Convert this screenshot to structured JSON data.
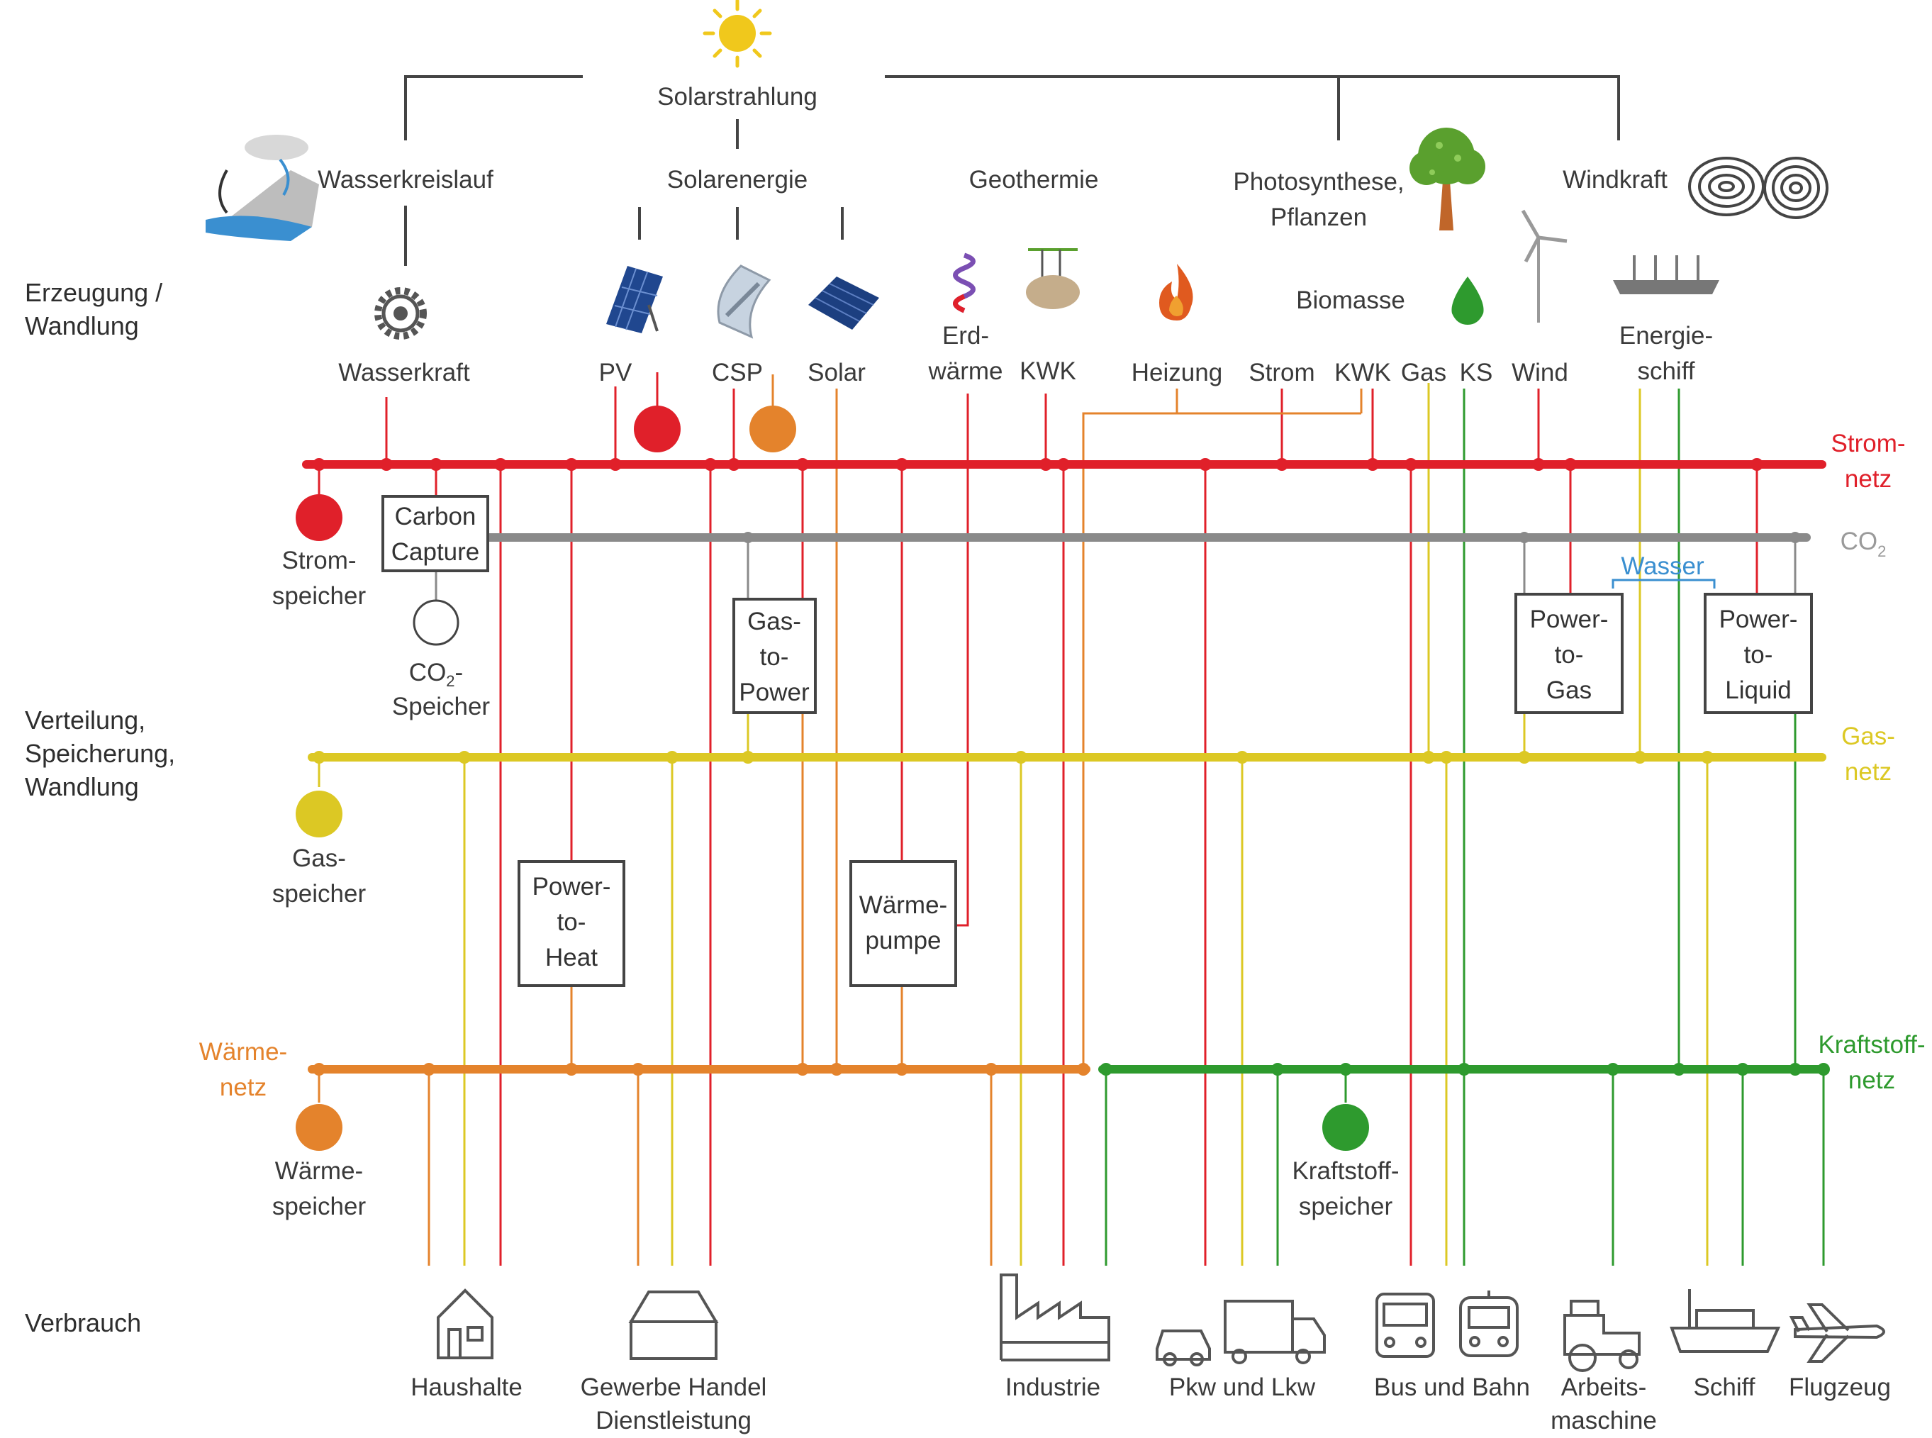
{
  "colors": {
    "strom": "#e0202a",
    "co2": "#8a8a8a",
    "gas": "#dcc824",
    "waerme": "#e4832c",
    "kraftstoff": "#2e9a2e",
    "wasser": "#3a8fd0",
    "frame": "#444444"
  },
  "side_labels": {
    "erzeugung_1": "Erzeugung /",
    "erzeugung_2": "Wandlung",
    "verteilung_1": "Verteilung,",
    "verteilung_2": "Speicherung,",
    "verteilung_3": "Wandlung",
    "verbrauch": "Verbrauch"
  },
  "sources": {
    "solarstrahlung": "Solarstrahlung",
    "wasserkreislauf": "Wasserkreislauf",
    "solarenergie": "Solarenergie",
    "geothermie": "Geothermie",
    "photosynthese_1": "Photosynthese,",
    "photosynthese_2": "Pflanzen",
    "windkraft": "Windkraft",
    "biomasse": "Biomasse"
  },
  "generation": {
    "wasserkraft": "Wasserkraft",
    "pv": "PV",
    "csp": "CSP",
    "solar": "Solar",
    "erdwaerme_1": "Erd-",
    "erdwaerme_2": "wärme",
    "kwk_geo": "KWK",
    "heizung": "Heizung",
    "strom": "Strom",
    "kwk_bio": "KWK",
    "gas": "Gas",
    "ks": "KS",
    "wind": "Wind",
    "energieschiff_1": "Energie-",
    "energieschiff_2": "schiff"
  },
  "networks": {
    "strom_1": "Strom-",
    "strom_2": "netz",
    "co2": "CO",
    "co2_sub": "2",
    "gas_1": "Gas-",
    "gas_2": "netz",
    "waerme_1": "Wärme-",
    "waerme_2": "netz",
    "kraftstoff_1": "Kraftstoff-",
    "kraftstoff_2": "netz",
    "wasser": "Wasser"
  },
  "storage": {
    "strom_1": "Strom-",
    "strom_2": "speicher",
    "co2_1": "CO",
    "co2_sub": "2",
    "co2_dash": "-",
    "co2_2": "Speicher",
    "gas_1": "Gas-",
    "gas_2": "speicher",
    "waerme_1": "Wärme-",
    "waerme_2": "speicher",
    "kraftstoff_1": "Kraftstoff-",
    "kraftstoff_2": "speicher"
  },
  "converters": {
    "carbon_capture": [
      "Carbon",
      "Capture"
    ],
    "gas_to_power": [
      "Gas-",
      "to-",
      "Power"
    ],
    "power_to_gas": [
      "Power-",
      "to-",
      "Gas"
    ],
    "power_to_liquid": [
      "Power-",
      "to-",
      "Liquid"
    ],
    "power_to_heat": [
      "Power-",
      "to-",
      "Heat"
    ],
    "waermepumpe": [
      "Wärme-",
      "pumpe"
    ]
  },
  "consumers": {
    "haushalte": "Haushalte",
    "gewerbe_1": "Gewerbe Handel",
    "gewerbe_2": "Dienstleistung",
    "industrie": "Industrie",
    "pkw_lkw": "Pkw und Lkw",
    "bus_bahn": "Bus und Bahn",
    "arbeit_1": "Arbeits-",
    "arbeit_2": "maschine",
    "schiff": "Schiff",
    "flugzeug": "Flugzeug"
  },
  "icons": [
    "sun-icon",
    "water-cycle-icon",
    "gear-icon",
    "pv-panel-icon",
    "csp-mirror-icon",
    "solar-collector-icon",
    "geothermal-coil-icon",
    "chp-plant-icon",
    "flame-icon",
    "drop-icon",
    "wind-turbine-icon",
    "energy-ship-icon",
    "tree-icon",
    "wind-swirl-icon",
    "house-icon",
    "shop-icon",
    "factory-icon",
    "car-icon",
    "truck-icon",
    "bus-icon",
    "train-icon",
    "tractor-icon",
    "ship-icon",
    "airplane-icon"
  ]
}
